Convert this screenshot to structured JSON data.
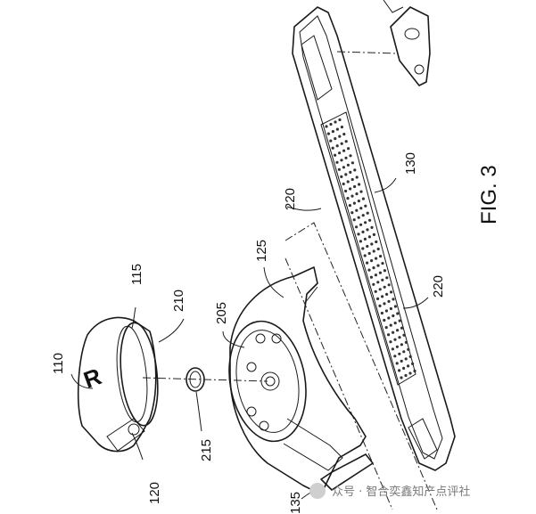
{
  "figure_title": "FIG. 3",
  "reference_labels": [
    {
      "key": "110",
      "text": "110"
    },
    {
      "key": "115",
      "text": "115"
    },
    {
      "key": "210",
      "text": "210"
    },
    {
      "key": "205",
      "text": "205"
    },
    {
      "key": "125",
      "text": "125"
    },
    {
      "key": "220a",
      "text": "220"
    },
    {
      "key": "130",
      "text": "130"
    },
    {
      "key": "220b",
      "text": "220"
    },
    {
      "key": "215",
      "text": "215"
    },
    {
      "key": "120",
      "text": "120"
    },
    {
      "key": "135",
      "text": "135"
    }
  ],
  "watermark": "众号 · 智合奕鑫知产点评社",
  "colors": {
    "line": "#1a1a1a",
    "background": "#ffffff",
    "watermark": "#7a7a7a"
  }
}
